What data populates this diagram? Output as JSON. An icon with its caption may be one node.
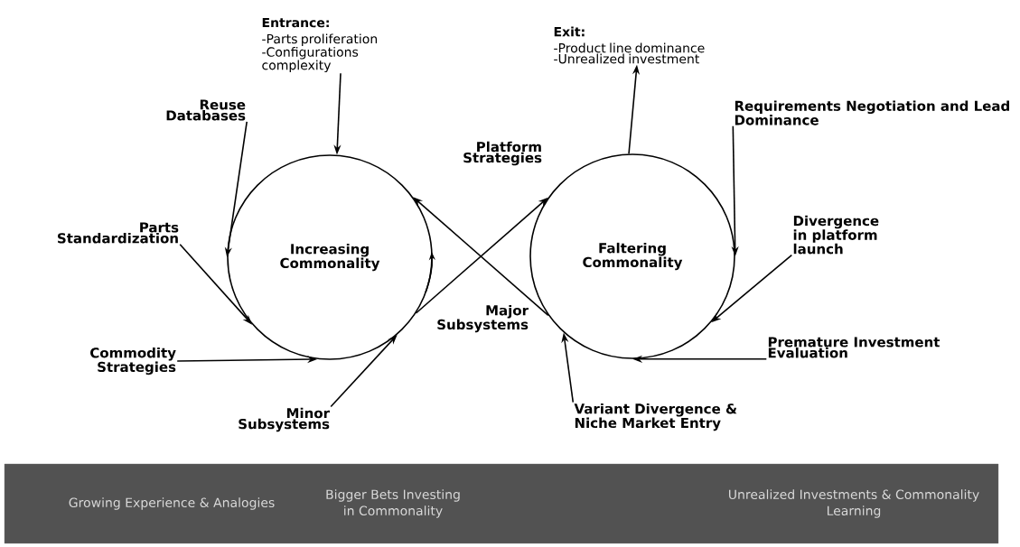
{
  "diagram": {
    "nodes": [
      {
        "text": [
          "Increasing Commonality"
        ]
      },
      {
        "text": [
          "Faltering Commonality"
        ]
      },
      {
        "text": [
          "Entrance:",
          "-Parts proliferation",
          "-Configurations complexity"
        ]
      },
      {
        "text": [
          "Exit:",
          "-Product line dominance",
          "-Unrealized investment"
        ]
      },
      {
        "text": [
          "Reuse Databases"
        ]
      },
      {
        "text": [
          "Parts Standardization"
        ]
      },
      {
        "text": [
          "Commodity Strategies"
        ]
      },
      {
        "text": [
          "Minor Subsystems"
        ]
      },
      {
        "text": [
          "Requirements Negotiation and Lead Dominance"
        ]
      },
      {
        "text": [
          "Divergence in platform launch"
        ]
      },
      {
        "text": [
          "Premature Investment Evaluation"
        ]
      },
      {
        "text": [
          "Variant Divergence & Niche Market Entry"
        ]
      },
      {
        "text": [
          "Growing Experience & Analogies",
          "Bigger Bets Investing in Commonality",
          "Unrealized Investments & Commonality Learning"
        ]
      }
    ],
    "edges": [
      {
        "from": 2,
        "to": 0,
        "arrow": "to"
      },
      {
        "from": 1,
        "to": 3,
        "arrow": "to"
      },
      {
        "from": 4,
        "to": 0,
        "arrow": "to"
      },
      {
        "from": 5,
        "to": 0,
        "arrow": "to"
      },
      {
        "from": 6,
        "to": 0,
        "arrow": "to"
      },
      {
        "from": 7,
        "to": 0,
        "arrow": "to"
      },
      {
        "from": 0,
        "to": 1,
        "arrow": "to"
      },
      {
        "from": 1,
        "to": 0,
        "arrow": "to"
      },
      {
        "from": 8,
        "to": 1,
        "arrow": "to"
      },
      {
        "from": 9,
        "to": 1,
        "arrow": "to"
      },
      {
        "from": 10,
        "to": 1,
        "arrow": "to"
      },
      {
        "from": 11,
        "to": 1,
        "arrow": "to"
      }
    ],
    "labels": [
      "Platform Strategies",
      "Major Subsystems"
    ]
  }
}
